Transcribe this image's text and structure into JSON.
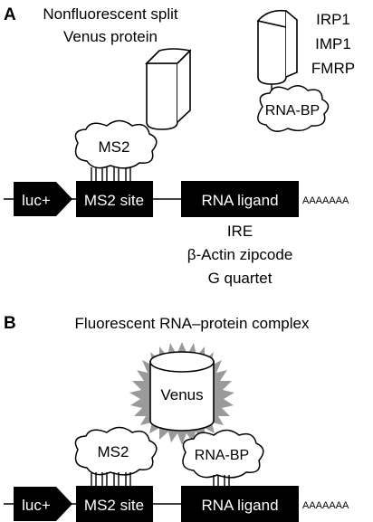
{
  "panel_a": {
    "letter": "A",
    "split_venus_line1": "Nonfluorescent split",
    "split_venus_line2": "Venus protein",
    "rbp_list": [
      "IRP1",
      "IMP1",
      "FMRP"
    ],
    "rna_bp_label": "RNA-BP",
    "ms2_label": "MS2",
    "construct": {
      "luc_label": "luc+",
      "ms2_site_label": "MS2 site",
      "rna_ligand_label": "RNA ligand",
      "polya_label": "AAAAAAA"
    },
    "ligand_list": [
      "IRE",
      "β-Actin zipcode",
      "G quartet"
    ]
  },
  "panel_b": {
    "letter": "B",
    "title": "Fluorescent RNA–protein complex",
    "venus_label": "Venus",
    "ms2_label": "MS2",
    "rna_bp_label": "RNA-BP",
    "construct": {
      "luc_label": "luc+",
      "ms2_site_label": "MS2 site",
      "rna_ligand_label": "RNA ligand",
      "polya_label": "AAAAAAA"
    }
  },
  "colors": {
    "ink": "#000000",
    "glow": "#9a9a9a",
    "background": "#ffffff"
  }
}
